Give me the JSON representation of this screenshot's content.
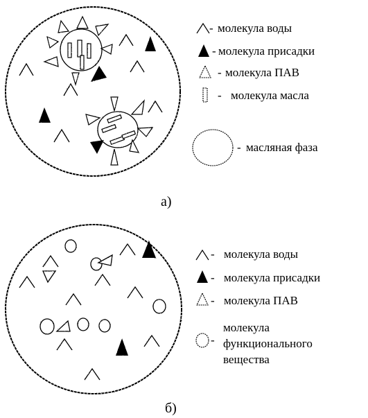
{
  "panel_a": {
    "caption": "а)",
    "legend": [
      {
        "symbol": "water-molecule-icon",
        "dash": "-",
        "text": "молекула воды"
      },
      {
        "symbol": "additive-molecule-icon",
        "dash": "-",
        "text": "молекула присадки"
      },
      {
        "symbol": "surfactant-molecule-icon",
        "dash": "-",
        "text": "молекула ПАВ"
      },
      {
        "symbol": "oil-molecule-icon",
        "dash": "-",
        "text": "молекула масла"
      },
      {
        "symbol": "oil-phase-icon",
        "dash": "-",
        "text": "масляная фаза"
      }
    ]
  },
  "panel_b": {
    "caption": "б)",
    "legend": [
      {
        "symbol": "water-molecule-icon",
        "dash": "-",
        "text": "молекула воды"
      },
      {
        "symbol": "additive-molecule-icon",
        "dash": "-",
        "text": "молекула присадки"
      },
      {
        "symbol": "surfactant-molecule-icon",
        "dash": "-",
        "text": "молекула ПАВ"
      },
      {
        "symbol": "functional-substance-molecule-icon",
        "dash": "-",
        "text_lines": [
          "молекула",
          "функционального",
          "вещества"
        ]
      }
    ]
  }
}
